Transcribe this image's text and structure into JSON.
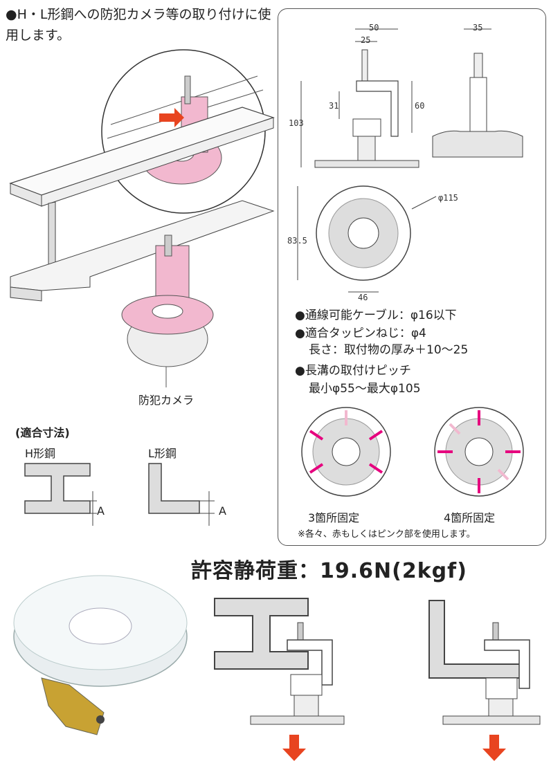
{
  "intro": "●H・L形鋼への防犯カメラ等の取り付けに使用します。",
  "camera_label": "防犯カメラ",
  "fit_dims": {
    "title": "(適合寸法)",
    "h_steel": "H形鋼",
    "l_steel": "L形鋼",
    "a_label": "A"
  },
  "dimensions": {
    "w50": "50",
    "w25": "25",
    "w35": "35",
    "h103": "103",
    "h31": "31",
    "h60": "60",
    "phi115": "φ115",
    "h83_5": "83.5",
    "w46": "46"
  },
  "specs": {
    "cable": "●通線可能ケーブル：φ16以下",
    "screw": "●適合タッピンねじ：φ4",
    "screw_len": "長さ：取付物の厚み＋10〜25",
    "pitch": "●長溝の取付けピッチ",
    "pitch_range": "最小φ55〜最大φ105"
  },
  "fix": {
    "three": "3箇所固定",
    "four": "4箇所固定",
    "note": "※各々、赤もしくはピンク部を使用します。"
  },
  "load": "許容静荷重：19.6N(2kgf)",
  "colors": {
    "pink": "#f2b8cf",
    "magenta": "#e6007e",
    "arrow": "#e84420",
    "gray": "#d9d9d9",
    "panel_border": "#555555"
  }
}
